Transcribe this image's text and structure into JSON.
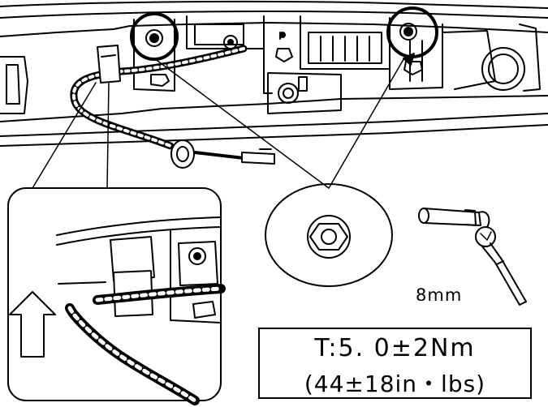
{
  "callouts": {
    "wrench_size": "8mm",
    "torque_main": "T:5. 0±2Nm",
    "torque_alt": "(44±18in・lbs)"
  },
  "colors": {
    "line": "#000000",
    "background": "#ffffff"
  },
  "icons": [
    "torque-wrench-icon",
    "up-arrow-icon",
    "bolt-icon",
    "nut-icon"
  ]
}
